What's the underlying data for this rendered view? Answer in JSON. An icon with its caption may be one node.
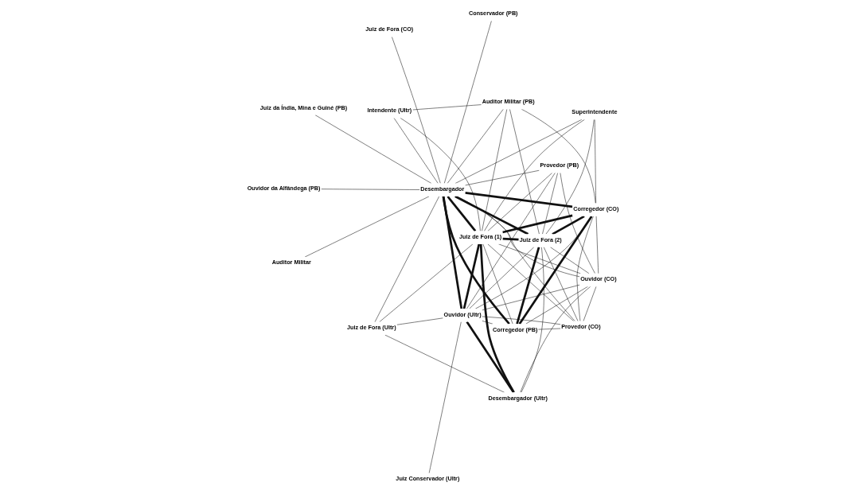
{
  "diagram": {
    "nodes": [
      {
        "text": [
          "Juiz Conservador (Ultr)"
        ]
      },
      {
        "text": [
          "Ouvidor (CO)"
        ]
      },
      {
        "text": [
          "Corregedor (PB)"
        ]
      },
      {
        "text": [
          "Provedor (PB)"
        ]
      },
      {
        "text": [
          "Corregedor (CO)"
        ]
      },
      {
        "text": [
          "Ouvidor (Ultr)"
        ]
      },
      {
        "text": [
          "Juiz da Índia, Mina e Guiné (PB)"
        ]
      },
      {
        "text": [
          "Provedor (CO)"
        ]
      },
      {
        "text": [
          "Desembargador (Ultr)"
        ]
      },
      {
        "text": [
          "Juiz de Fora (2)"
        ]
      },
      {
        "text": [
          "Ouvidor da Alfândega (PB)"
        ]
      },
      {
        "text": [
          "Juiz de Fora (1)"
        ]
      },
      {
        "text": [
          "Desembargador"
        ]
      },
      {
        "text": [
          "Juiz de Fora (Ultr)"
        ]
      },
      {
        "text": [
          "Conservador (PB)"
        ]
      },
      {
        "text": [
          "Auditor Militar"
        ]
      },
      {
        "text": [
          "Superintendente"
        ]
      },
      {
        "text": [
          "Auditor Militar (PB)"
        ]
      },
      {
        "text": [
          "Intendente (Ultr)"
        ]
      },
      {
        "text": [
          "Juiz de Fora (CO)"
        ]
      }
    ],
    "edges": [
      {
        "from": 0,
        "to": 5,
        "arrow": "none"
      },
      {
        "from": 1,
        "to": 2,
        "arrow": "none"
      },
      {
        "from": 1,
        "to": 3,
        "arrow": "none"
      },
      {
        "from": 1,
        "to": 4,
        "arrow": "none"
      },
      {
        "from": 1,
        "to": 5,
        "arrow": "none"
      },
      {
        "from": 1,
        "to": 7,
        "arrow": "none"
      },
      {
        "from": 1,
        "to": 8,
        "arrow": "none"
      },
      {
        "from": 1,
        "to": 9,
        "arrow": "none"
      },
      {
        "from": 1,
        "to": 11,
        "arrow": "none"
      },
      {
        "from": 1,
        "to": 12,
        "arrow": "none"
      },
      {
        "from": 2,
        "to": 4,
        "arrow": "none",
        "style": "thick"
      },
      {
        "from": 2,
        "to": 5,
        "arrow": "none"
      },
      {
        "from": 2,
        "to": 7,
        "arrow": "none"
      },
      {
        "from": 2,
        "to": 9,
        "arrow": "none",
        "style": "thick"
      },
      {
        "from": 2,
        "to": 11,
        "arrow": "none"
      },
      {
        "from": 2,
        "to": 12,
        "arrow": "none",
        "style": "thick"
      },
      {
        "from": 3,
        "to": 5,
        "arrow": "none"
      },
      {
        "from": 3,
        "to": 9,
        "arrow": "none"
      },
      {
        "from": 3,
        "to": 11,
        "arrow": "none"
      },
      {
        "from": 3,
        "to": 12,
        "arrow": "none"
      },
      {
        "from": 4,
        "to": 5,
        "arrow": "none"
      },
      {
        "from": 4,
        "to": 7,
        "arrow": "none"
      },
      {
        "from": 4,
        "to": 9,
        "arrow": "none",
        "style": "thick"
      },
      {
        "from": 4,
        "to": 11,
        "arrow": "none",
        "style": "thick"
      },
      {
        "from": 4,
        "to": 12,
        "arrow": "none",
        "style": "thick"
      },
      {
        "from": 4,
        "to": 16,
        "arrow": "none"
      },
      {
        "from": 4,
        "to": 17,
        "arrow": "none"
      },
      {
        "from": 5,
        "to": 7,
        "arrow": "none"
      },
      {
        "from": 5,
        "to": 8,
        "arrow": "none",
        "style": "thick"
      },
      {
        "from": 5,
        "to": 9,
        "arrow": "none"
      },
      {
        "from": 5,
        "to": 11,
        "arrow": "none",
        "style": "thick"
      },
      {
        "from": 5,
        "to": 12,
        "arrow": "none",
        "style": "thick"
      },
      {
        "from": 5,
        "to": 13,
        "arrow": "none"
      },
      {
        "from": 7,
        "to": 9,
        "arrow": "none"
      },
      {
        "from": 7,
        "to": 11,
        "arrow": "none"
      },
      {
        "from": 7,
        "to": 12,
        "arrow": "none"
      },
      {
        "from": 8,
        "to": 9,
        "arrow": "none"
      },
      {
        "from": 8,
        "to": 11,
        "arrow": "none",
        "style": "thick"
      },
      {
        "from": 8,
        "to": 13,
        "arrow": "none"
      },
      {
        "from": 9,
        "to": 11,
        "arrow": "none",
        "style": "thick"
      },
      {
        "from": 9,
        "to": 12,
        "arrow": "none",
        "style": "thick"
      },
      {
        "from": 9,
        "to": 16,
        "arrow": "none"
      },
      {
        "from": 9,
        "to": 17,
        "arrow": "none"
      },
      {
        "from": 11,
        "to": 12,
        "arrow": "none",
        "style": "thick"
      },
      {
        "from": 11,
        "to": 13,
        "arrow": "none"
      },
      {
        "from": 11,
        "to": 16,
        "arrow": "none"
      },
      {
        "from": 11,
        "to": 17,
        "arrow": "none"
      },
      {
        "from": 11,
        "to": 18,
        "arrow": "none"
      },
      {
        "from": 12,
        "to": 6,
        "arrow": "none"
      },
      {
        "from": 12,
        "to": 10,
        "arrow": "none"
      },
      {
        "from": 12,
        "to": 13,
        "arrow": "none"
      },
      {
        "from": 12,
        "to": 14,
        "arrow": "none"
      },
      {
        "from": 12,
        "to": 15,
        "arrow": "none"
      },
      {
        "from": 12,
        "to": 16,
        "arrow": "none"
      },
      {
        "from": 12,
        "to": 17,
        "arrow": "none"
      },
      {
        "from": 12,
        "to": 18,
        "arrow": "none"
      },
      {
        "from": 12,
        "to": 19,
        "arrow": "none"
      },
      {
        "from": 17,
        "to": 18,
        "arrow": "none"
      }
    ]
  }
}
